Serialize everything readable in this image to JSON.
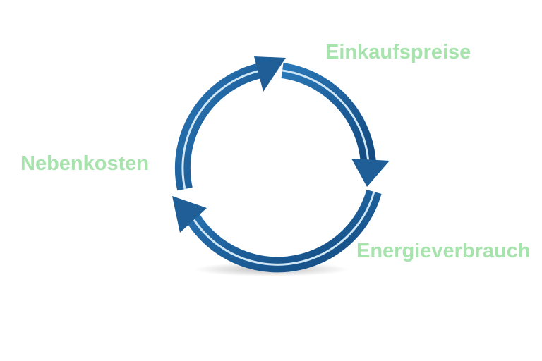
{
  "diagram": {
    "type": "cycle",
    "labels": [
      {
        "text": "Einkaufspreise"
      },
      {
        "text": "Nebenkosten"
      },
      {
        "text": "Energieverbrauch"
      }
    ],
    "colors": {
      "arrow": "#1f5e96",
      "arrow_dark": "#123f6e",
      "highlight": "#cfe6f5",
      "label": "#a6e3ad"
    }
  }
}
